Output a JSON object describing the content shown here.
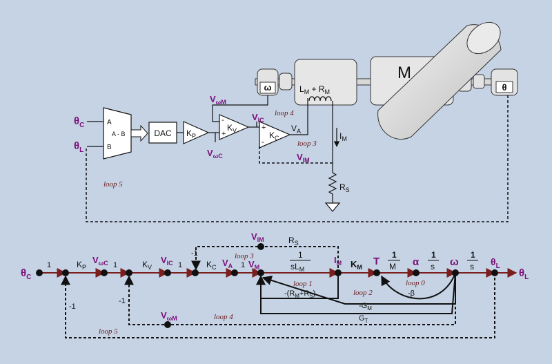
{
  "colors": {
    "background": "#c5d3e4",
    "signal": "#7a0f7a",
    "branch": "#7a1e1e",
    "node": "#111111",
    "hardware": "#e6e6e6"
  },
  "schematic": {
    "theta_c": "θ",
    "theta_c_sub": "C",
    "theta_l": "θ",
    "theta_l_sub": "L",
    "sub_in_a": "A",
    "sub_in_b": "B",
    "sub_op": "A - B",
    "dac": "DAC",
    "kp": "K",
    "kp_sub": "P",
    "kv": "K",
    "kv_sub": "V",
    "kc": "K",
    "kc_sub": "C",
    "v_wm": "V",
    "v_wm_sub": "ωM",
    "v_wc": "V",
    "v_wc_sub": "ωC",
    "v_ic": "V",
    "v_ic_sub": "IC",
    "v_a": "V",
    "v_a_sub": "A",
    "v_im": "V",
    "v_im_sub": "IM",
    "i_m": "I",
    "i_m_sub": "M",
    "r_s": "R",
    "r_s_sub": "S",
    "lm_rm": "L",
    "lm_rm_sub1": "M",
    "lm_rm_mid": " + R",
    "lm_rm_sub2": "M",
    "motor": "M",
    "tacho": "ω",
    "encoder": "θ",
    "loop4": "loop 4",
    "loop3": "loop 3",
    "loop5": "loop 5",
    "plus": "+",
    "minus": "-"
  },
  "graph": {
    "in_theta": "θ",
    "in_theta_sub": "C",
    "out_theta": "θ",
    "out_theta_sub": "L",
    "one": "1",
    "kp": "K",
    "kp_sub": "P",
    "v_wc": "V",
    "v_wc_sub": "ωC",
    "kv": "K",
    "kv_sub": "V",
    "v_ic": "V",
    "v_ic_sub": "IC",
    "kc": "K",
    "kc_sub": "C",
    "v_a": "V",
    "v_a_sub": "A",
    "v_m": "V",
    "v_m_sub": "M",
    "inv_sl_num": "1",
    "inv_sl_den": "sL",
    "inv_sl_den_sub": "M",
    "i_m": "I",
    "i_m_sub": "M",
    "k_m": "K",
    "k_m_sub": "M",
    "torque": "T",
    "inv_m_num": "1",
    "inv_m_den": "M",
    "alpha": "α",
    "inv_s_num": "1",
    "inv_s_den": "s",
    "omega": "ω",
    "theta_l": "θ",
    "theta_l_sub": "L",
    "v_im": "V",
    "v_im_sub": "IM",
    "r_s": "R",
    "r_s_sub": "S",
    "v_wm": "V",
    "v_wm_sub": "ωM",
    "neg_one": "-1",
    "loop0": "loop 0",
    "loop1": "loop 1",
    "loop2": "loop 2",
    "loop3": "loop 3",
    "loop4": "loop 4",
    "loop5": "loop 5",
    "neg_beta": "-β",
    "neg_rm_rs": "-(R",
    "neg_rm_rs_sub1": "M",
    "neg_rm_rs_mid": "+R",
    "neg_rm_rs_sub2": "S",
    "neg_rm_rs_end": ")",
    "neg_gm": "-G",
    "neg_gm_sub": "M",
    "gt": "G",
    "gt_sub": "T"
  }
}
